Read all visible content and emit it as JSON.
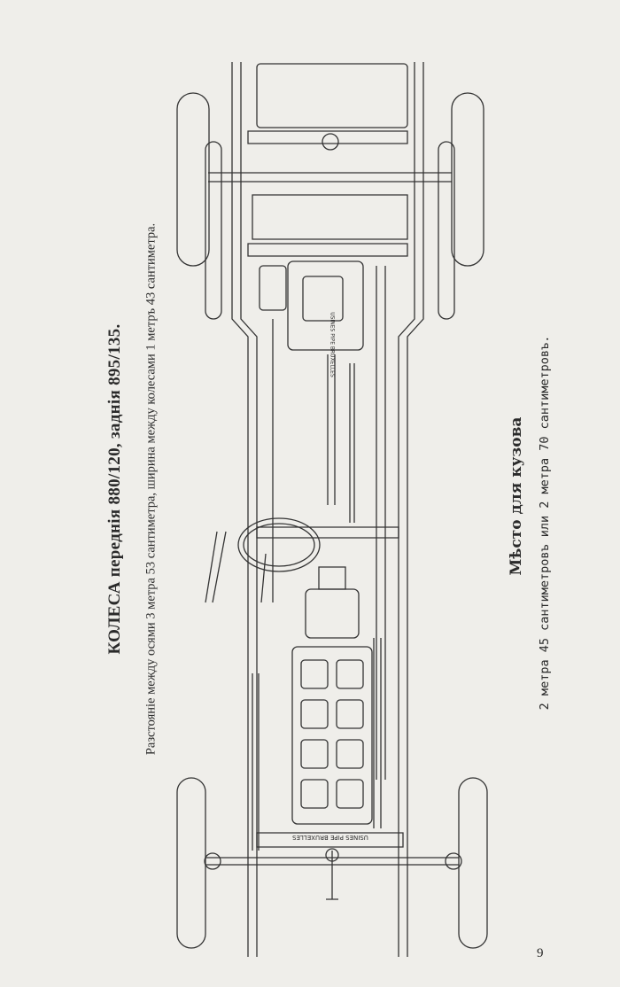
{
  "page": {
    "wheels_heading": "КОЛЕСА переднія  880/120, заднія 895/135.",
    "dimensions_line": "Разстояніе между осями 3 метра 53 сантиметра, ширина между колесами 1 метръ 43 сантиметра.",
    "body_space_heading": "Мѣсто для кузова",
    "body_space_line": "2 метра 45 сантиметровъ или 2 метра 70 сантиметровъ.",
    "page_number": "9"
  },
  "drawing": {
    "gearbox_label": "USINES PIPE BRUXELLES",
    "radiator_label": "USINES PIPE BRUXELLES"
  }
}
